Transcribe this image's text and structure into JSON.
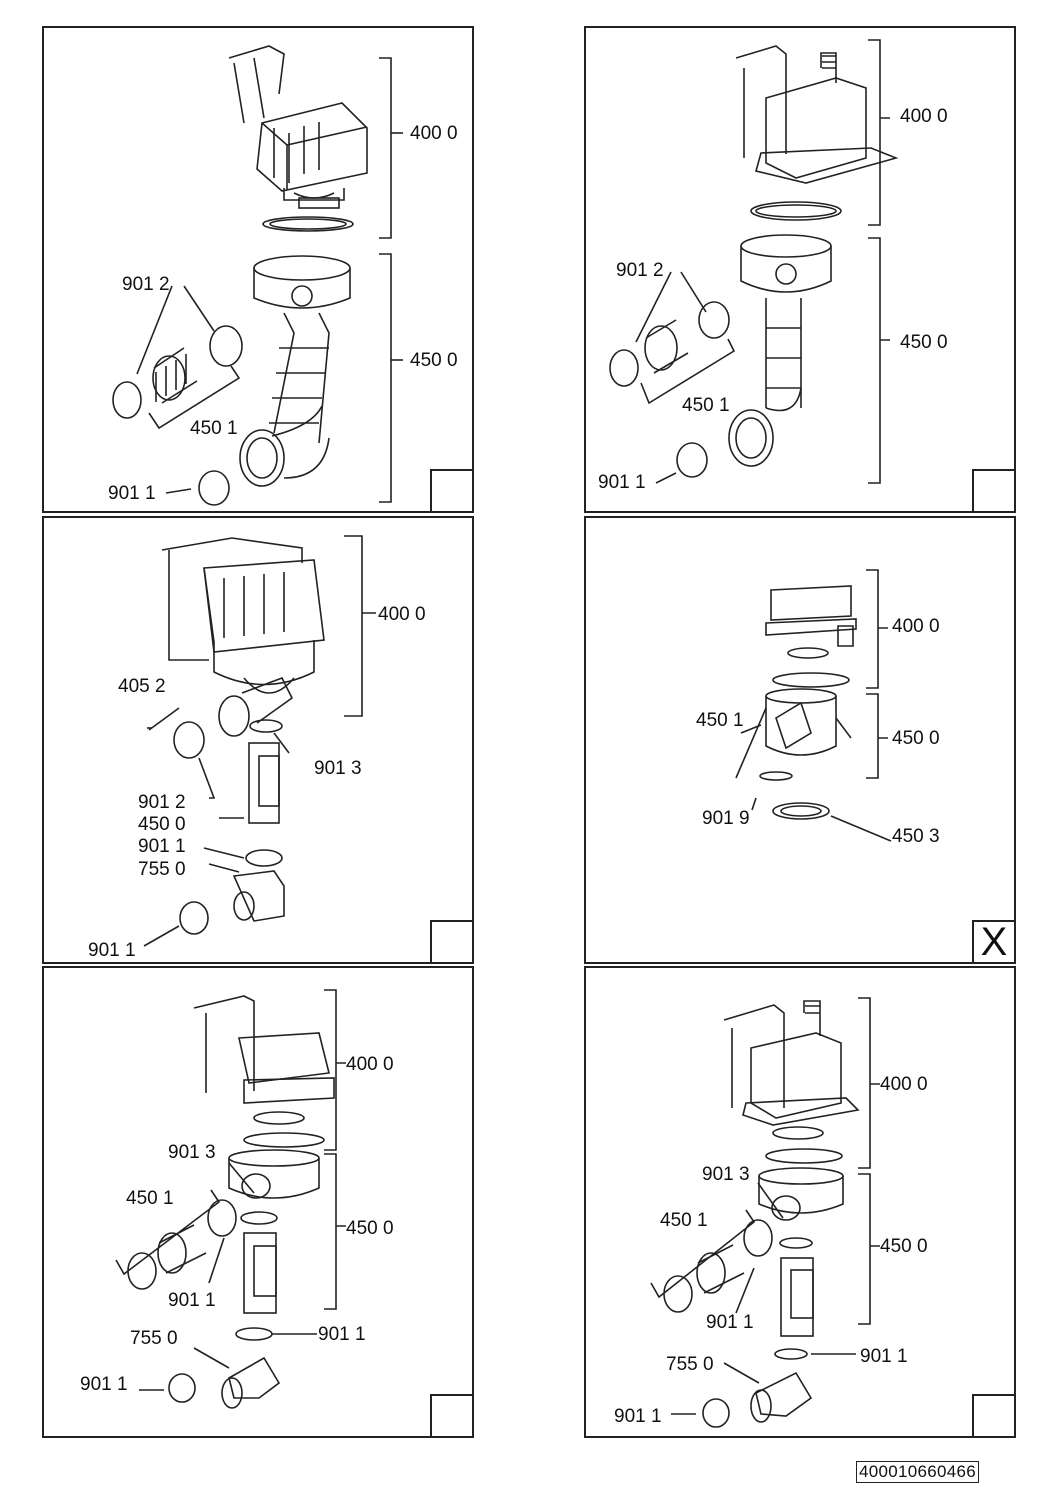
{
  "panels": [
    {
      "labels": {
        "bracket_top": "400 0",
        "bracket_bottom": "450 0",
        "a": "901 2",
        "b": "450 1",
        "c": "901 1"
      },
      "corner": ""
    },
    {
      "labels": {
        "bracket_top": "400 0",
        "bracket_bottom": "450 0",
        "a": "901 2",
        "b": "450 1",
        "c": "901 1"
      },
      "corner": ""
    },
    {
      "labels": {
        "bracket_top": "400 0",
        "a": "405 2",
        "b": "901 3",
        "c": "901 2",
        "d": "450 0",
        "e": "901 1",
        "f": "755 0",
        "g": "901 1"
      },
      "corner": ""
    },
    {
      "labels": {
        "bracket_top": "400 0",
        "bracket_bottom": "450 0",
        "a": "450 1",
        "b": "901 9",
        "c": "450 3"
      },
      "corner": "X"
    },
    {
      "labels": {
        "bracket_top": "400 0",
        "bracket_bottom": "450 0",
        "a": "901 3",
        "b": "450 1",
        "c": "901 1",
        "d": "901 1",
        "e": "755 0",
        "f": "901 1"
      },
      "corner": ""
    },
    {
      "labels": {
        "bracket_top": "400 0",
        "bracket_bottom": "450 0",
        "a": "901 3",
        "b": "450 1",
        "c": "901 1",
        "d": "901 1",
        "e": "755 0",
        "f": "901 1"
      },
      "corner": ""
    }
  ],
  "document_id": "400010660466"
}
